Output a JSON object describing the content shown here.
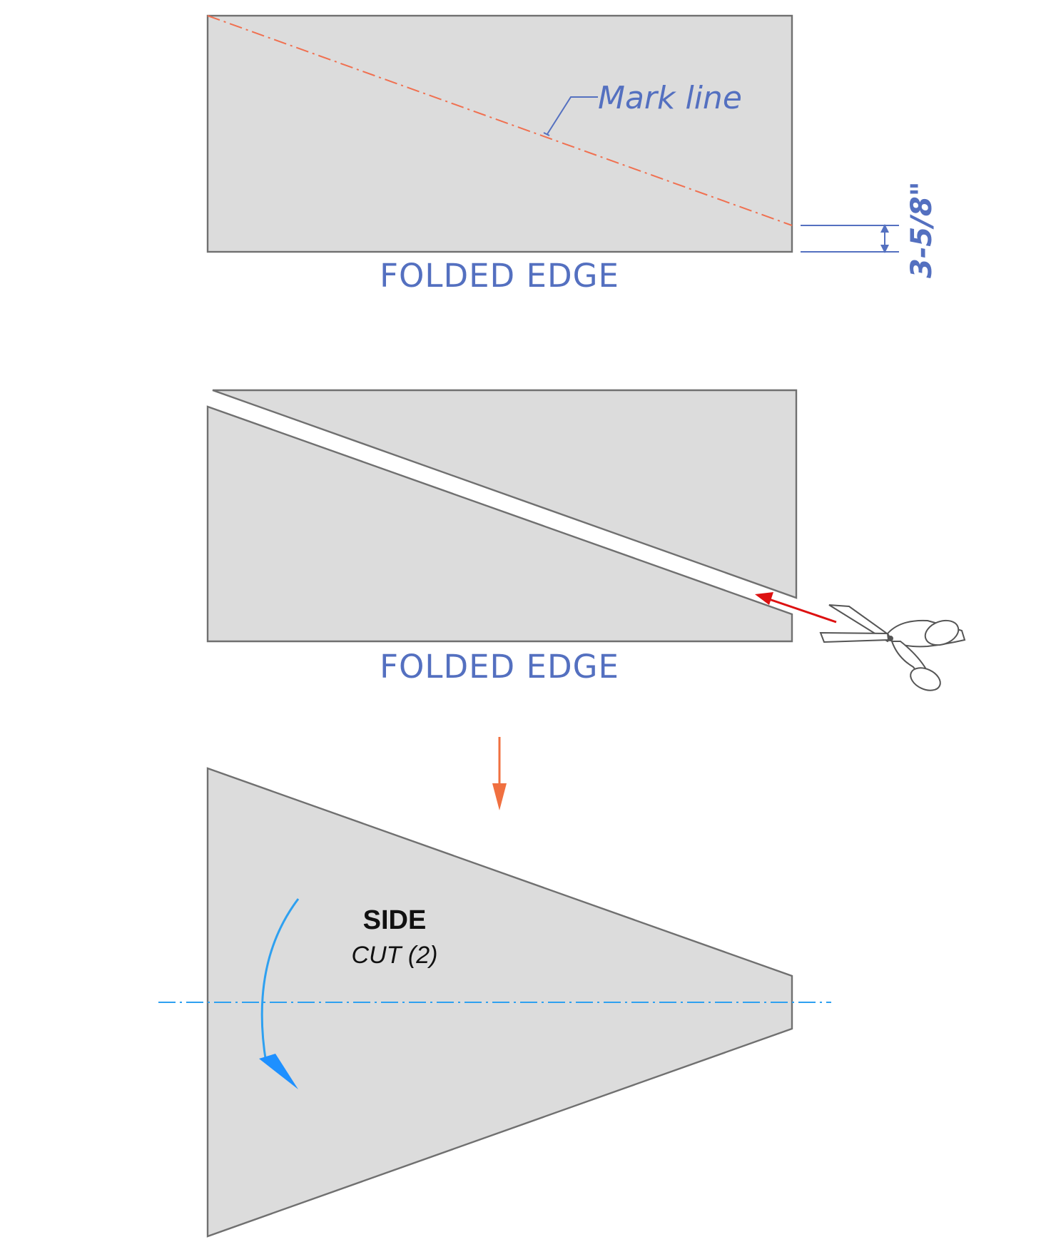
{
  "step1": {
    "edge_label": "FOLDED EDGE",
    "annotation": "Mark line",
    "dimension": "3-5/8\""
  },
  "step2": {
    "edge_label": "FOLDED EDGE",
    "tool_icon": "scissors-icon"
  },
  "step3": {
    "piece_name": "SIDE",
    "piece_cut": "CUT (2)"
  },
  "colors": {
    "fabric": "#dcdcdc",
    "outline": "#707070",
    "label_blue": "#5470c0",
    "mark_line": "#f07050",
    "cut_arrow": "#dd1111",
    "step_arrow": "#f07040",
    "fold_line": "#2ea0f0"
  }
}
